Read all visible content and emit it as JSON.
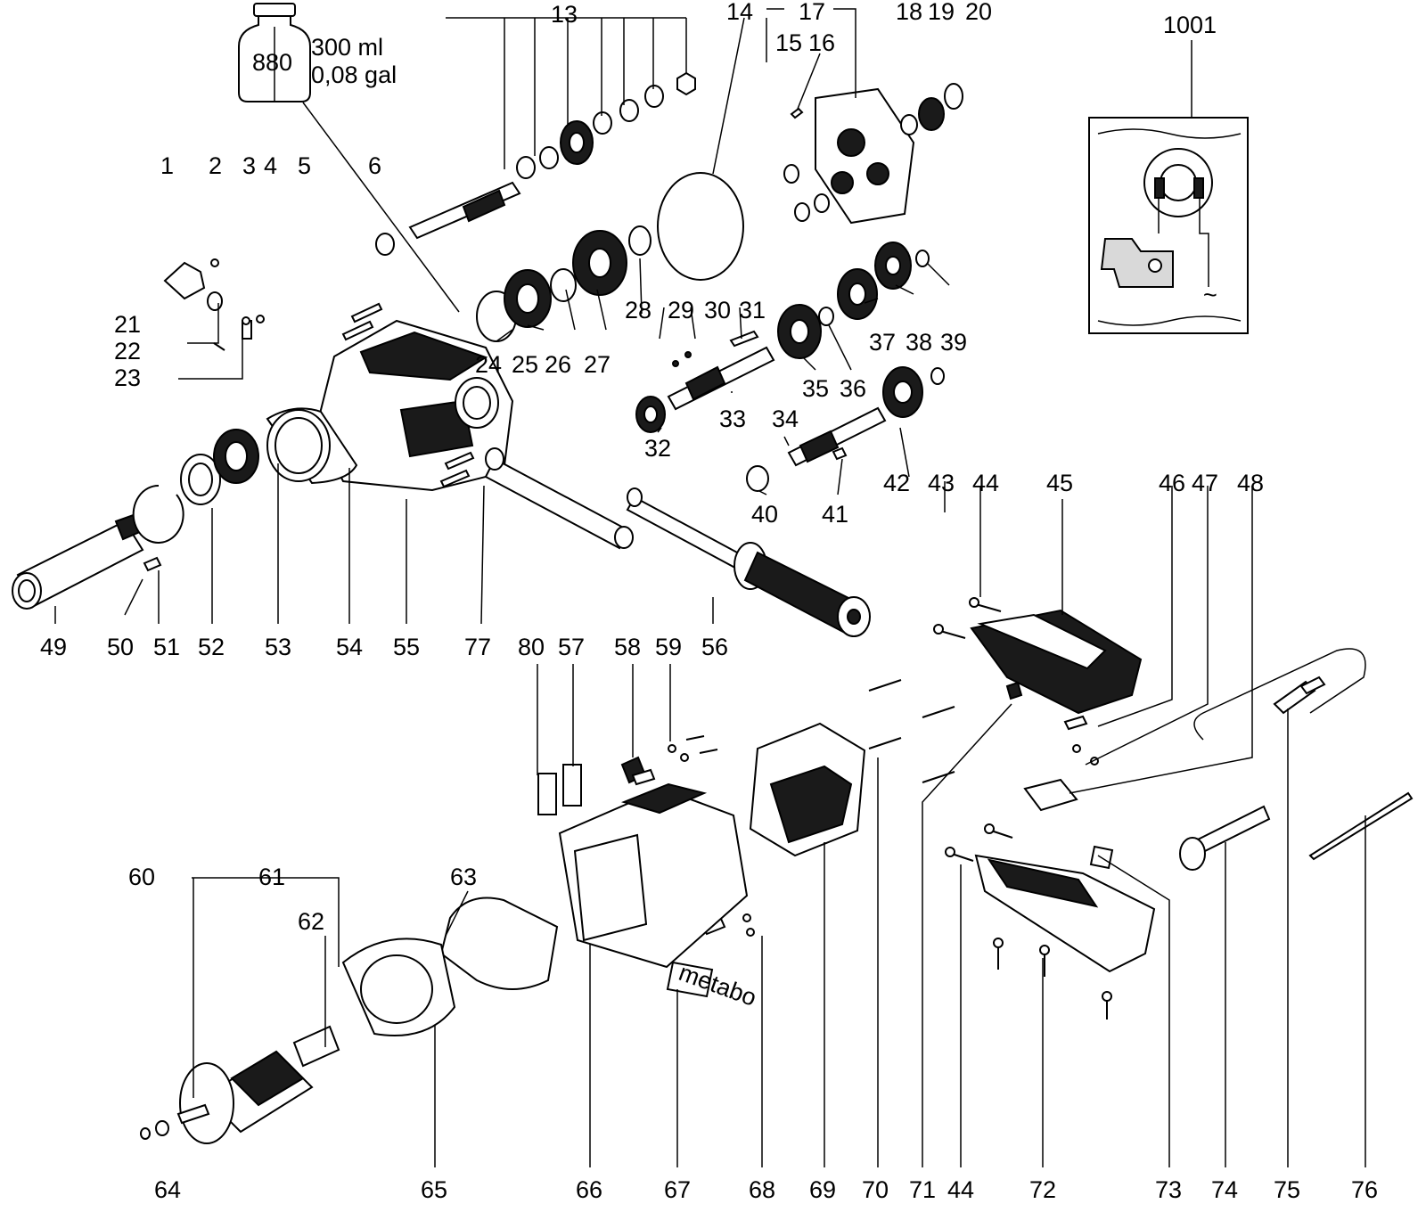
{
  "oil_bottle": {
    "code": "880",
    "volume_ml": "300 ml",
    "volume_gal": "0,08 gal"
  },
  "inset": {
    "label": "1001",
    "ac_symbol": "~"
  },
  "stamp": {
    "brand": "metabo"
  },
  "callouts": [
    "1",
    "2",
    "3",
    "4",
    "5",
    "6",
    "13",
    "14",
    "15",
    "16",
    "17",
    "18",
    "19",
    "20",
    "21",
    "22",
    "23",
    "24",
    "25",
    "26",
    "27",
    "28",
    "29",
    "30",
    "31",
    "32",
    "33",
    "34",
    "35",
    "36",
    "37",
    "38",
    "39",
    "40",
    "41",
    "42",
    "43",
    "44",
    "45",
    "46",
    "47",
    "48",
    "49",
    "50",
    "51",
    "52",
    "53",
    "54",
    "55",
    "77",
    "56",
    "80",
    "57",
    "58",
    "59",
    "60",
    "61",
    "62",
    "63",
    "64",
    "65",
    "66",
    "67",
    "68",
    "69",
    "70",
    "71",
    "44",
    "72",
    "73",
    "74",
    "75",
    "76"
  ]
}
